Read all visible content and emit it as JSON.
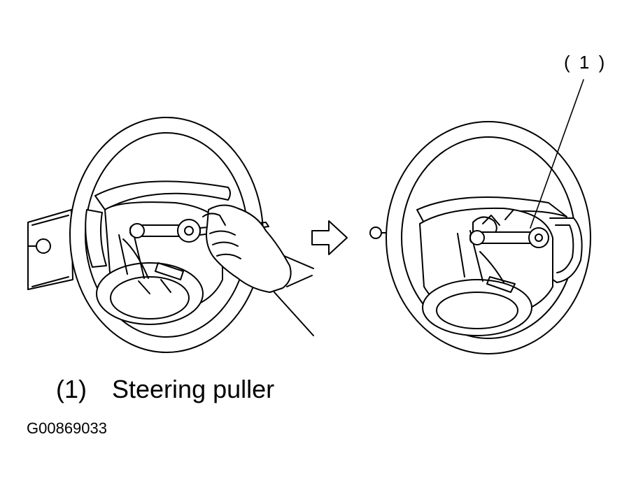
{
  "figure": {
    "callout_label": "( 1 )",
    "legend": {
      "number": "(1)",
      "text": "Steering puller"
    },
    "figure_id": "G00869033",
    "illustrations": [
      "steering-wheel-with-hand-applying-puller",
      "arrow-right-icon",
      "steering-wheel-with-puller-installed"
    ]
  }
}
